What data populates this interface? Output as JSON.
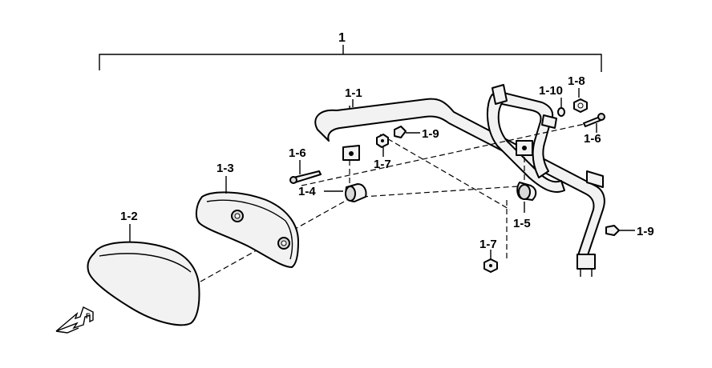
{
  "labels": {
    "assembly": "1",
    "backrest_frame": "1-1",
    "backrest_pad": "1-2",
    "pad_base": "1-3",
    "bushing_left": "1-4",
    "bushing_right": "1-5",
    "bolt_left": "1-6",
    "bolt_right": "1-6",
    "nut_center": "1-7",
    "nut_bottom": "1-7",
    "washer": "1-8",
    "clip_center": "1-9",
    "clip_right": "1-9",
    "spring_washer": "1-10"
  },
  "icons": {
    "front_arrow": "front-direction-arrow-icon",
    "front_letter": "F"
  }
}
